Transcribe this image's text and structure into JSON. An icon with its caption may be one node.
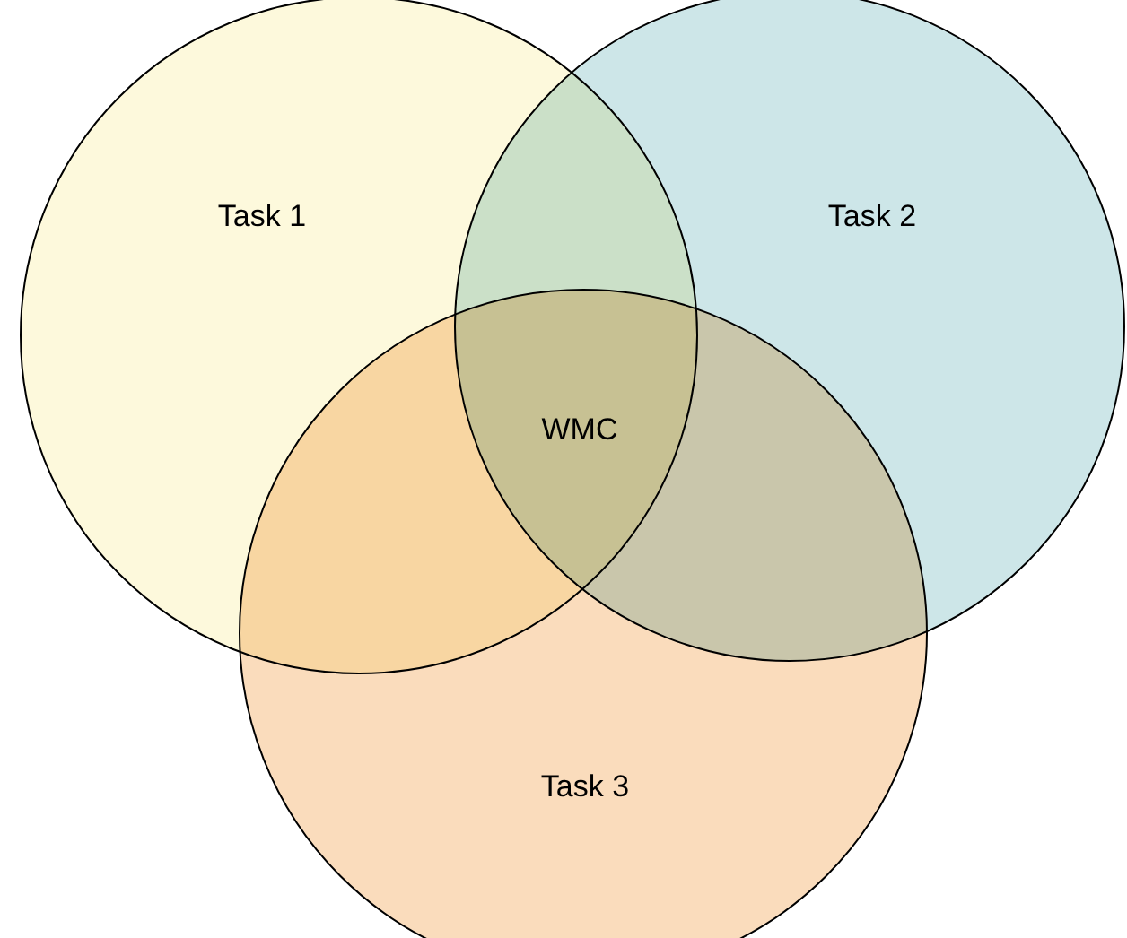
{
  "diagram": {
    "nodes": [
      {
        "text": [
          "Task 1"
        ]
      },
      {
        "text": [
          "Task 2"
        ]
      },
      {
        "text": [
          "Task 3"
        ]
      }
    ],
    "labels": [
      "WMC"
    ]
  }
}
